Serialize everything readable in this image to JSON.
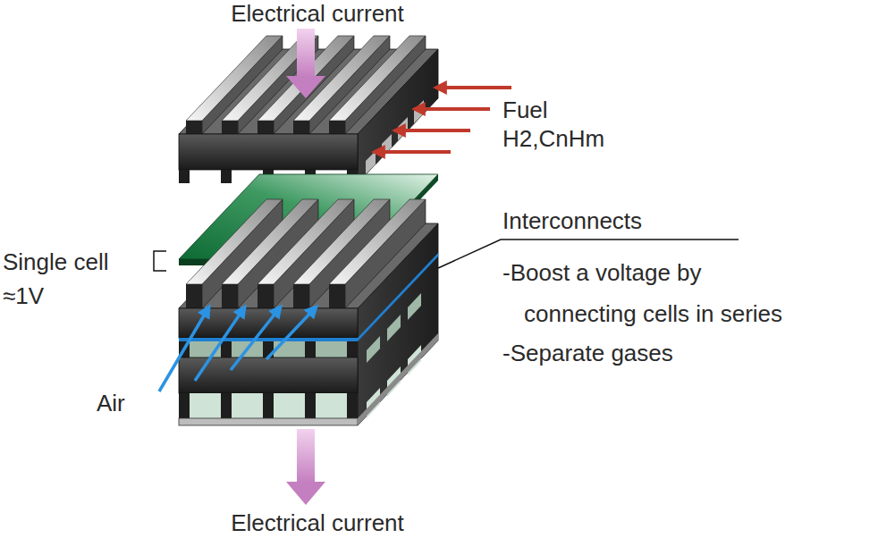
{
  "diagram": {
    "labels": [
      "Electrical current",
      "Fuel",
      "H2,CnHm",
      "Single cell",
      "≈1V",
      "Interconnects",
      "-Boost a voltage by connecting cells in series",
      "-Separate gases",
      "Air",
      "Electrical current"
    ]
  }
}
